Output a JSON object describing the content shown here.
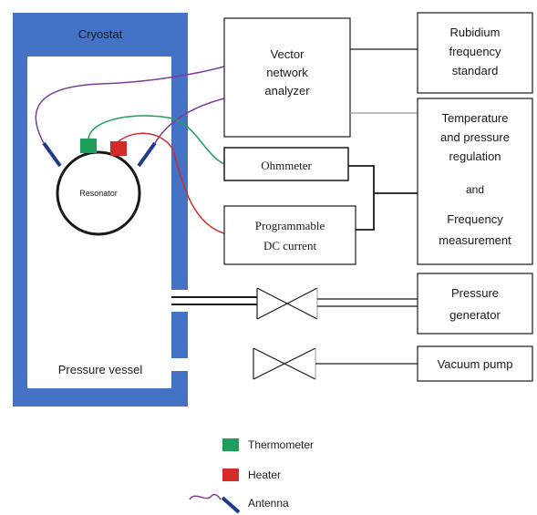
{
  "labels": {
    "cryostat": "Cryostat",
    "pressure_vessel": "Pressure vessel",
    "resonator": "Resonator",
    "vna_line1": "Vector",
    "vna_line2": "network",
    "vna_line3": "analyzer",
    "rubidium_line1": "Rubidium",
    "rubidium_line2": "frequency",
    "rubidium_line3": "standard",
    "ohmmeter": "Ohmmeter",
    "dc_line1": "Programmable",
    "dc_line2": "DC current",
    "regulation_line1": "Temperature",
    "regulation_line2": "and pressure",
    "regulation_line3": "regulation",
    "regulation_line4": "and",
    "regulation_line5": "Frequency",
    "regulation_line6": "measurement",
    "pressure_gen_line1": "Pressure",
    "pressure_gen_line2": "generator",
    "vacuum_pump": "Vacuum pump"
  },
  "legend": [
    {
      "label": "Thermometer",
      "symbol": "green-square",
      "color": "#1e9e5a"
    },
    {
      "label": "Heater",
      "symbol": "red-square",
      "color": "#d42a2a"
    },
    {
      "label": "Antenna",
      "symbol": "antenna-wire",
      "color": "#1e3a8a"
    }
  ],
  "colors": {
    "cryostat_wall": "#4472c4",
    "antenna": "#1e3a8a",
    "antenna_cable": "#7b3f98",
    "thermometer": "#1e9e5a",
    "heater": "#d42a2a",
    "line": "#1a1a1a"
  }
}
